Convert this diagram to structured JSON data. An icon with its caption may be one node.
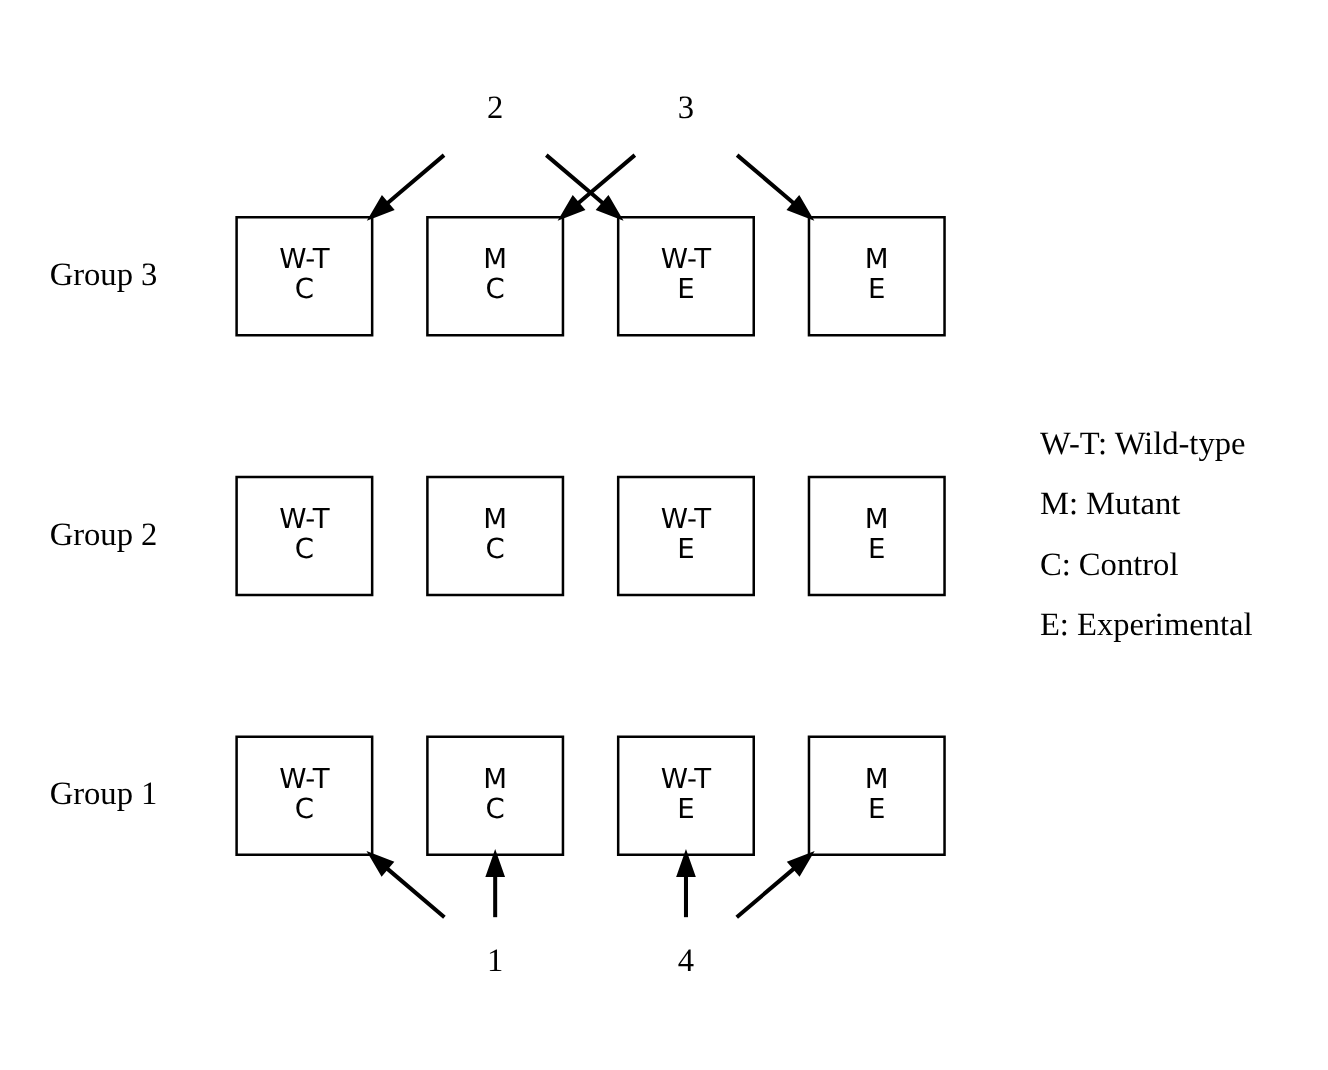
{
  "diagram": {
    "nodes": [
      {
        "text": [
          "2"
        ]
      },
      {
        "text": [
          "3"
        ]
      },
      {
        "text": [
          "W-T",
          "C"
        ]
      },
      {
        "text": [
          "M",
          "C"
        ]
      },
      {
        "text": [
          "W-T",
          "E"
        ]
      },
      {
        "text": [
          "M",
          "E"
        ]
      },
      {
        "text": [
          "W-T",
          "C"
        ]
      },
      {
        "text": [
          "M",
          "C"
        ]
      },
      {
        "text": [
          "W-T",
          "E"
        ]
      },
      {
        "text": [
          "M",
          "E"
        ]
      },
      {
        "text": [
          "W-T",
          "C"
        ]
      },
      {
        "text": [
          "M",
          "C"
        ]
      },
      {
        "text": [
          "W-T",
          "E"
        ]
      },
      {
        "text": [
          "M",
          "E"
        ]
      },
      {
        "text": [
          "1"
        ]
      },
      {
        "text": [
          "4"
        ]
      }
    ],
    "edges": [
      {
        "from": 0,
        "to": 2,
        "arrow": "to"
      },
      {
        "from": 0,
        "to": 4,
        "arrow": "to"
      },
      {
        "from": 1,
        "to": 3,
        "arrow": "to"
      },
      {
        "from": 1,
        "to": 5,
        "arrow": "to"
      },
      {
        "from": 14,
        "to": 10,
        "arrow": "to"
      },
      {
        "from": 14,
        "to": 11,
        "arrow": "to"
      },
      {
        "from": 15,
        "to": 12,
        "arrow": "to"
      },
      {
        "from": 15,
        "to": 13,
        "arrow": "to"
      }
    ],
    "labels": [
      "Group 3",
      "Group 2",
      "Group 1",
      "W-T: Wild-type",
      "M: Mutant",
      "C: Control",
      "E: Experimental"
    ]
  }
}
